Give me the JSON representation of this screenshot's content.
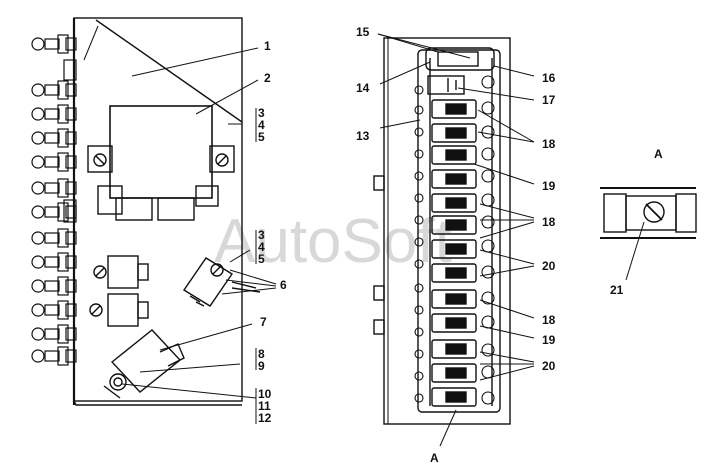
{
  "watermark": "AutoSoft",
  "left_unit": {
    "labels": [
      "1",
      "2",
      "3",
      "4",
      "5",
      "3",
      "4",
      "5",
      "6",
      "7",
      "8",
      "9",
      "10",
      "11",
      "12"
    ]
  },
  "center_block": {
    "labels": [
      "15",
      "14",
      "13",
      "16",
      "17",
      "18",
      "19",
      "18",
      "20",
      "18",
      "19",
      "20"
    ],
    "view_label": "A"
  },
  "detail": {
    "title": "A",
    "label": "21"
  }
}
